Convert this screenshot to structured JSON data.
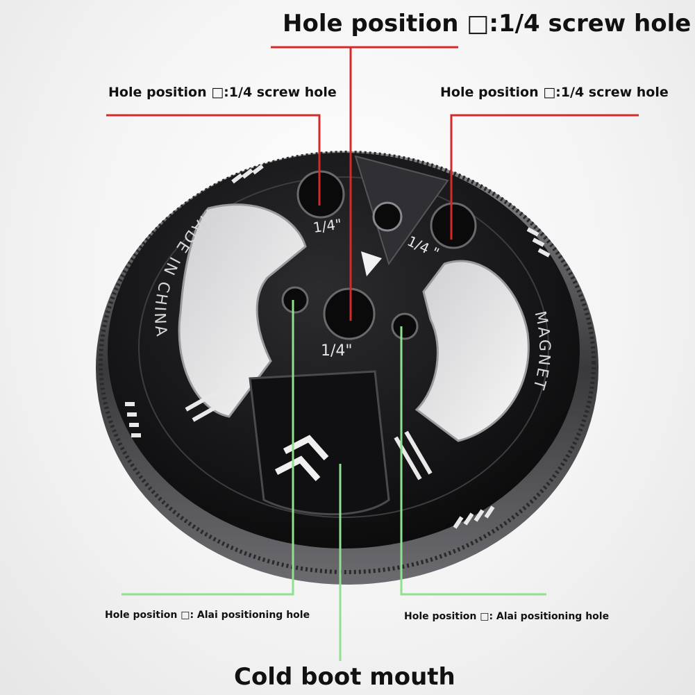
{
  "labels": {
    "hole_top": "Hole position □:1/4 screw hole",
    "hole_left": "Hole position □:1/4 screw hole",
    "hole_right": "Hole position □:1/4 screw hole",
    "positioning_left": "Hole position □: Alai positioning hole",
    "positioning_right": "Hole position □: Alai positioning hole",
    "cold_boot": "Cold boot mouth"
  },
  "plate_text": {
    "made_in": "MADE IN CHINA",
    "magnet": "MAGNET",
    "quarter_center": "1/4\"",
    "quarter_left": "1/4\"",
    "quarter_right": "1/4 \""
  },
  "colors": {
    "screw_callout": "#d42a2a",
    "positioning_callout": "#8fe08f",
    "plate": "#1c1c1e",
    "edge": "#5a5a5e"
  }
}
